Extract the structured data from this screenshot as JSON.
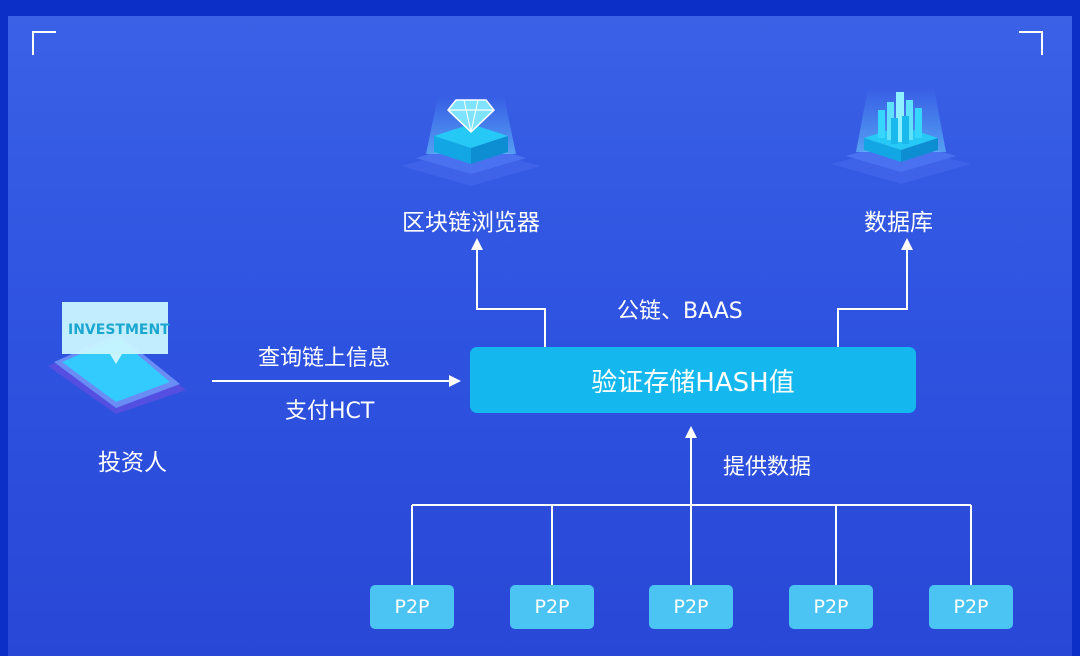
{
  "nodes": {
    "browser": "区块链浏览器",
    "database": "数据库",
    "investor": "投资人",
    "hash": "验证存储HASH值",
    "p2p": [
      "P2P",
      "P2P",
      "P2P",
      "P2P",
      "P2P"
    ]
  },
  "edges": {
    "query": "查询链上信息",
    "pay": "支付HCT",
    "chain": "公链、BAAS",
    "provide": "提供数据"
  },
  "investor_card": "INVESTMENT",
  "colors": {
    "background": "#0b2fc7",
    "panel": "#3a61e6",
    "hash_box": "#14b8ee",
    "p2p_box": "#4bc3f3",
    "line": "#ffffff"
  }
}
